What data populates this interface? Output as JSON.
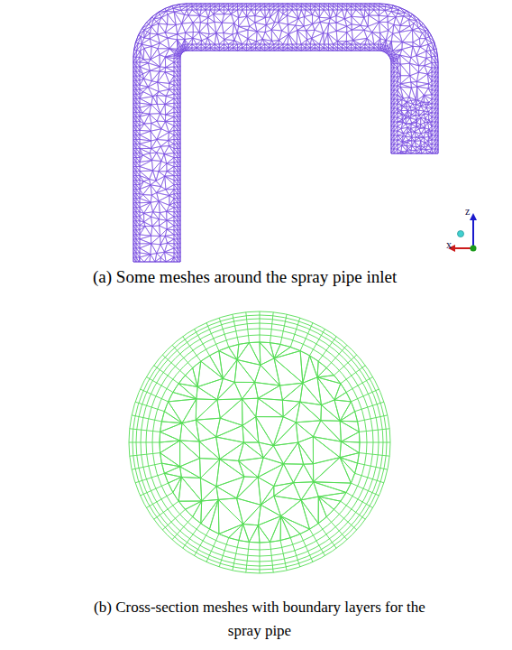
{
  "diagram": {
    "labels": [
      "z",
      "x",
      "(a) Some meshes around the spray pipe inlet",
      "(b) Cross-section meshes with boundary layers for the spray pipe"
    ]
  }
}
